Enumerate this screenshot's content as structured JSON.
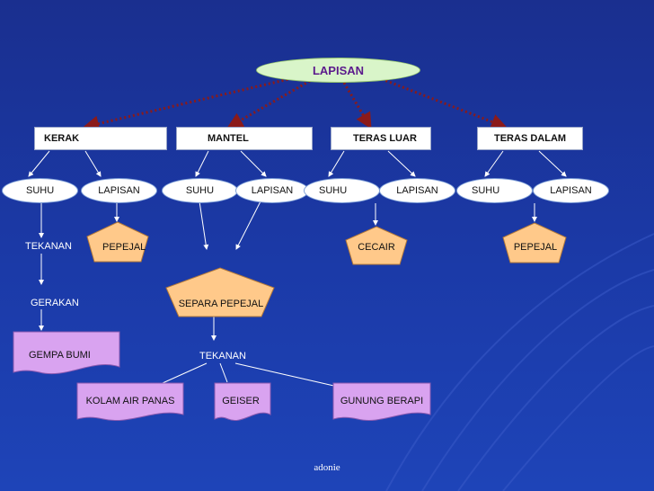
{
  "root": "LAPISAN",
  "layers": {
    "kerak": "KERAK",
    "mantel": "MANTEL",
    "teras_luar": "TERAS LUAR",
    "teras_dalam": "TERAS DALAM"
  },
  "suhu": "SUHU",
  "lapisan": "LAPISAN",
  "kerak_branch": {
    "tekanan": "TEKANAN",
    "pepejal": "PEPEJAL",
    "gerakan": "GERAKAN",
    "gempa_bumi": "GEMPA BUMI"
  },
  "mantel_branch": {
    "separa_pepejal": "SEPARA PEPEJAL",
    "tekanan": "TEKANAN",
    "kolam_air_panas": "KOLAM AIR PANAS",
    "geiser": "GEISER",
    "gunung_berapi": "GUNUNG BERAPI"
  },
  "teras_luar_branch": {
    "cecair": "CECAIR"
  },
  "teras_dalam_branch": {
    "pepejal": "PEPEJAL"
  },
  "footer": "adonie",
  "colors": {
    "background": "#1b3aa8",
    "root_fill": "#d9f5c9",
    "root_text": "#5b1a8c",
    "pentagon_fill": "#ffc98a",
    "wavy_fill": "#d9a3f0",
    "node_fill": "#ffffff",
    "arrow": "#ffffff",
    "root_arrow": "#8b1a1a"
  }
}
